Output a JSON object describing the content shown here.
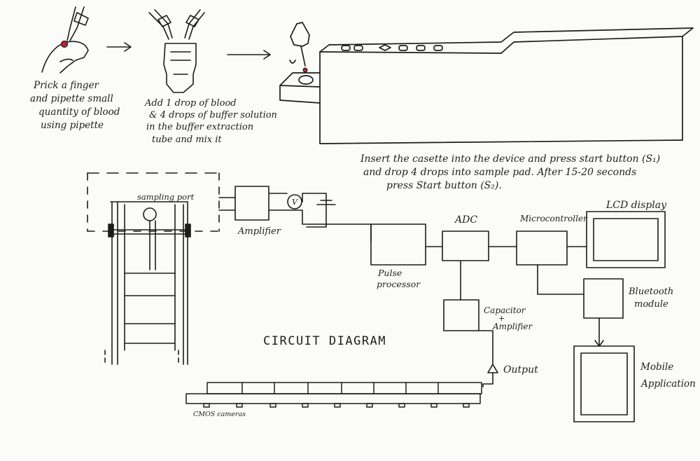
{
  "steps": {
    "prick": [
      "Prick a finger",
      "and pipette small",
      "quantity of blood",
      "using pipette"
    ],
    "mix": [
      "Add 1 drop of blood",
      "& 4 drops of buffer solution",
      "in the buffer extraction",
      "tube and mix it"
    ],
    "insert": [
      "Insert the casette into the device and press start button (S₁)",
      "and drop 4 drops into sample pad. After 15-20 seconds",
      "press Start button (S₂)."
    ]
  },
  "labels": {
    "sampling_port": "sampling port",
    "amplifier": "Amplifier",
    "voltmeter": "V",
    "pulse_processor": [
      "Pulse",
      "processor"
    ],
    "adc": "ADC",
    "microcontroller": "Microcontroller",
    "lcd_display": "LCD display",
    "bluetooth": [
      "Bluetooth",
      "module"
    ],
    "capacitor": [
      "Capacitor",
      "+",
      "Amplifier"
    ],
    "output": "Output",
    "mobile": [
      "Mobile",
      "Application"
    ],
    "cmos": "CMOS cameras",
    "title": "CIRCUIT DIAGRAM"
  },
  "colors": {
    "ink": "#1c1c1c",
    "blood": "#b8242a",
    "paper": "#fbfbf9"
  }
}
